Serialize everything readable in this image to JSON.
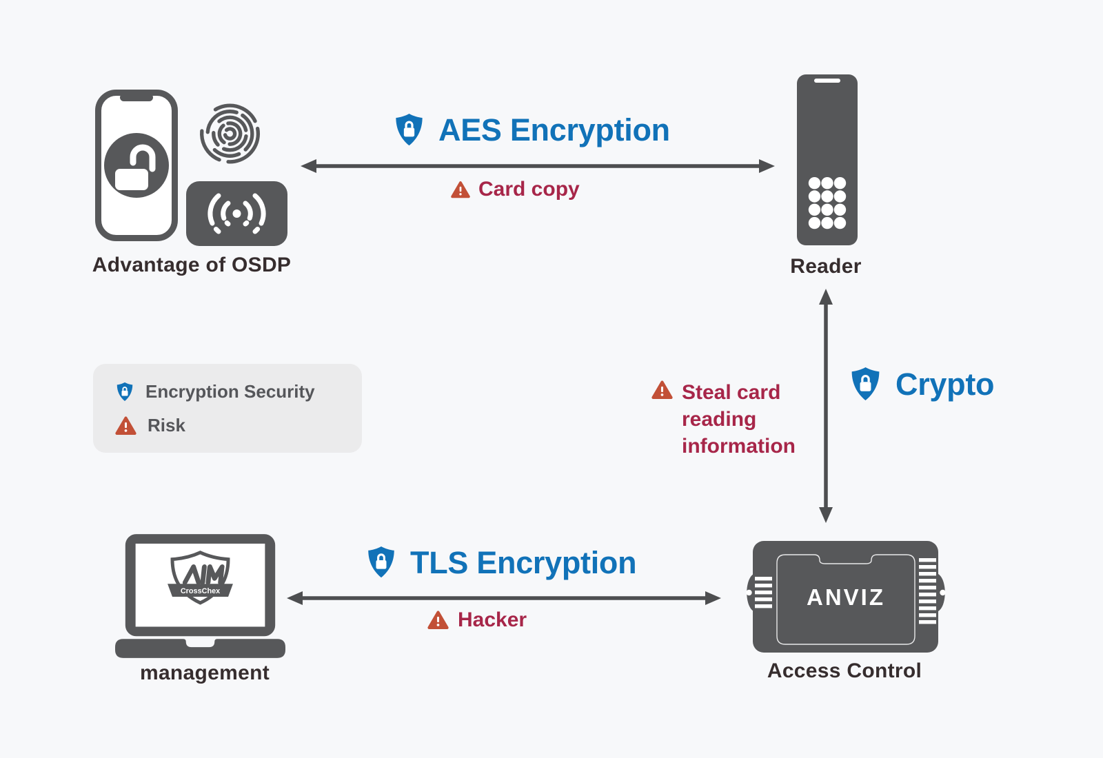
{
  "nodes": {
    "osdp": {
      "label": "Advantage of OSDP",
      "icons": [
        "smartphone-unlock-icon",
        "fingerprint-icon",
        "contactless-card-icon"
      ]
    },
    "reader": {
      "label": "Reader"
    },
    "management": {
      "label": "management",
      "logo_text": "AIM",
      "logo_subtext": "CrossChex"
    },
    "access_control": {
      "label": "Access Control",
      "brand": "ANVIZ"
    }
  },
  "connections": {
    "reader_link": {
      "security": "AES Encryption",
      "risk": "Card copy"
    },
    "controller_link": {
      "security": "Crypto",
      "risk_lines": [
        "Steal card",
        "reading",
        "information"
      ]
    },
    "management_link": {
      "security": "TLS Encryption",
      "risk": "Hacker"
    }
  },
  "legend": {
    "items": [
      {
        "icon": "shield-lock-icon",
        "label": "Encryption Security"
      },
      {
        "icon": "warning-triangle-icon",
        "label": "Risk"
      }
    ]
  },
  "colors": {
    "secure_blue": "#1172b8",
    "risk_red": "#a72649",
    "warning_orange": "#c25037",
    "device_gray": "#57585a",
    "arrow_gray": "#4d4e50",
    "legend_gray": "#ebebec",
    "background": "#f7f8fa"
  }
}
